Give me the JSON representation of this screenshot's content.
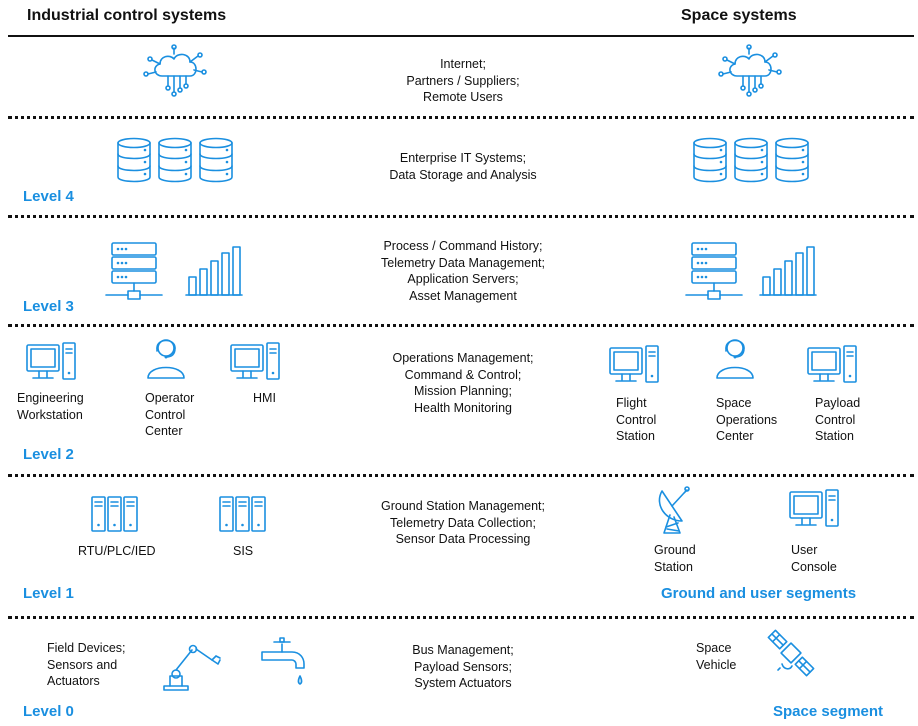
{
  "headers": {
    "left": "Industrial control systems",
    "right": "Space systems"
  },
  "levels": {
    "l4": "Level 4",
    "l3": "Level 3",
    "l2": "Level 2",
    "l1": "Level 1",
    "l0": "Level 0"
  },
  "segments": {
    "ground": "Ground and user segments",
    "space": "Space segment"
  },
  "rows": {
    "internet": "Internet;\nPartners / Suppliers;\nRemote Users",
    "enterprise": "Enterprise IT Systems;\nData Storage and Analysis",
    "process": "Process / Command History;\nTelemetry Data Management;\nApplication Servers;\nAsset Management",
    "operations": "Operations Management;\nCommand & Control;\nMission Planning;\nHealth Monitoring",
    "ground": "Ground Station Management;\nTelemetry Data Collection;\nSensor Data Processing",
    "bus": "Bus Management;\nPayload Sensors;\nSystem Actuators"
  },
  "labels": {
    "eng_ws": "Engineering\nWorkstation",
    "op_cc": "Operator\nControl\nCenter",
    "hmi": "HMI",
    "flight_cs": "Flight\nControl\nStation",
    "space_oc": "Space\nOperations\nCenter",
    "payload_cs": "Payload\nControl\nStation",
    "rtu": "RTU/PLC/IED",
    "sis": "SIS",
    "ground_station": "Ground\nStation",
    "user_console": "User\nConsole",
    "field_devices": "Field Devices;\nSensors and\nActuators",
    "space_vehicle": "Space\nVehicle"
  },
  "colors": {
    "accent": "#1a8fe0",
    "line": "#111111"
  },
  "icons": [
    "cloud-network-icon",
    "database-icon",
    "server-rack-icon",
    "bar-chart-icon",
    "workstation-icon",
    "operator-icon",
    "plc-cabinet-icon",
    "satellite-dish-icon",
    "robot-arm-icon",
    "faucet-icon",
    "satellite-icon"
  ]
}
